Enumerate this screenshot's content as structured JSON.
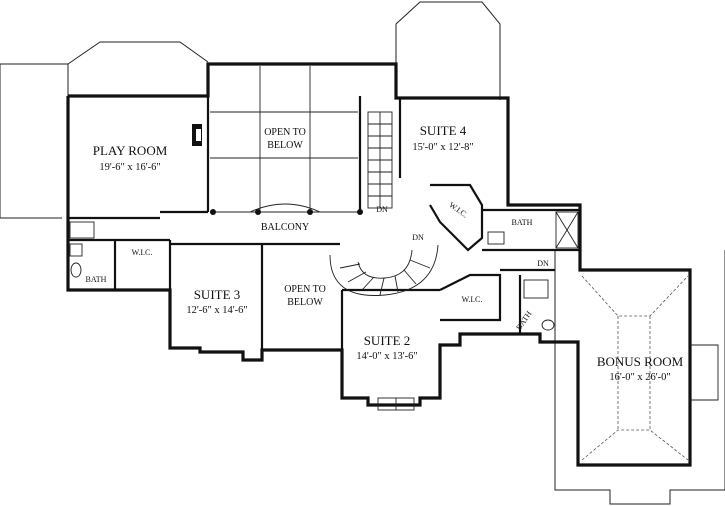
{
  "plan": {
    "rooms": {
      "play_room": {
        "name": "PLAY ROOM",
        "dims": "19'-6\" x 16'-6\""
      },
      "open_to_below_top": {
        "name_line1": "OPEN TO",
        "name_line2": "BELOW"
      },
      "suite_4": {
        "name": "SUITE 4",
        "dims": "15'-0\" x 12'-8\""
      },
      "balcony": {
        "name": "BALCONY"
      },
      "suite_3": {
        "name": "SUITE 3",
        "dims": "12'-6\" x 14'-6\""
      },
      "open_to_below_mid": {
        "name_line1": "OPEN TO",
        "name_line2": "BELOW"
      },
      "suite_2": {
        "name": "SUITE 2",
        "dims": "14'-0\" x 13'-6\""
      },
      "bonus_room": {
        "name": "BONUS ROOM",
        "dims": "16'-0\" x 26'-0\""
      }
    },
    "labels": {
      "wic_left": "W.I.C.",
      "bath_left": "BATH",
      "wic_suite4": "W.I.C.",
      "bath_suite4": "BATH",
      "wic_suite2": "W.I.C.",
      "bath_suite2": "BATH",
      "dn_stair_top": "DN",
      "dn_stair_curved": "DN",
      "dn_right": "DN"
    }
  }
}
